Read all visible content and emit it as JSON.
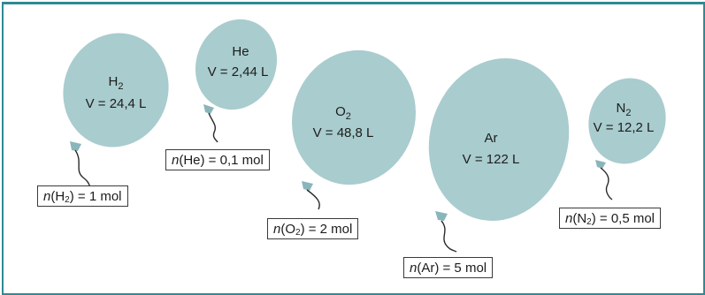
{
  "colors": {
    "frame": "#2e8a93",
    "balloon_fill": "#a9ccce",
    "balloon_shadow": "#8fb9bc",
    "knot": "#8ab6bb",
    "string": "#2a2a2a"
  },
  "balloons": [
    {
      "id": "h2",
      "gas": "H",
      "gas_sub": "2",
      "volume": "V = 24,4 L",
      "n_symbol": "n",
      "n_open": "(H",
      "n_sub": "2",
      "n_value": ") = 1 mol"
    },
    {
      "id": "he",
      "gas": "He",
      "gas_sub": "",
      "volume": "V = 2,44 L",
      "n_symbol": "n",
      "n_open": "(He",
      "n_sub": "",
      "n_value": ") = 0,1 mol"
    },
    {
      "id": "o2",
      "gas": "O",
      "gas_sub": "2",
      "volume": "V = 48,8 L",
      "n_symbol": "n",
      "n_open": "(O",
      "n_sub": "2",
      "n_value": ") = 2 mol"
    },
    {
      "id": "ar",
      "gas": "Ar",
      "gas_sub": "",
      "volume": "V = 122 L",
      "n_symbol": "n",
      "n_open": "(Ar",
      "n_sub": "",
      "n_value": ") = 5 mol"
    },
    {
      "id": "n2",
      "gas": "N",
      "gas_sub": "2",
      "volume": "V = 12,2 L",
      "n_symbol": "n",
      "n_open": "(N",
      "n_sub": "2",
      "n_value": ") = 0,5 mol"
    }
  ]
}
